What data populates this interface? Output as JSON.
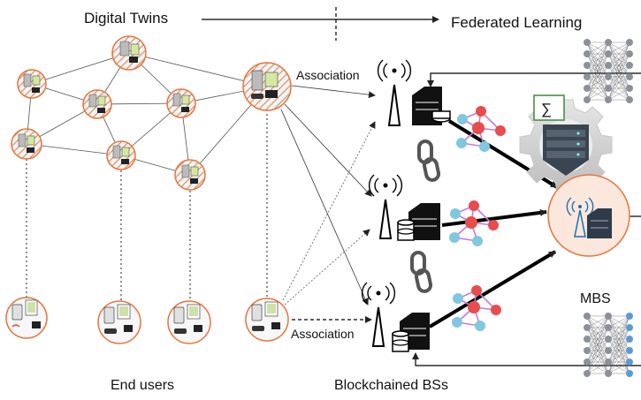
{
  "labels": {
    "digital_twins": "Digital Twins",
    "federated_learning": "Federated Learning",
    "association_top": "Association",
    "association_bottom": "Association",
    "mbs": "MBS",
    "end_users": "End users",
    "blockchained_bss": "Blockchained BSs",
    "sum_symbol": "∑"
  },
  "colors": {
    "node_ring": "#e8743b",
    "node_fill": "#f4f4f4",
    "hatch": "#d98a5a",
    "mbs_fill": "#fbe7dc",
    "graph_red": "#e84c4c",
    "graph_blue": "#7fc8e0",
    "graph_purple": "#c77ad6",
    "nn_node": "#8c9099",
    "nn_node_blue": "#5b9bd5",
    "chain": "#555555",
    "sum_box": "#3a8a3a"
  },
  "icons": {
    "twin_node": "digital-twin-device-icon",
    "user_device": "user-device-icon",
    "antenna": "base-station-antenna-icon",
    "server": "server-icon",
    "database": "database-icon",
    "graph_model": "local-model-graph-icon",
    "chain": "blockchain-chain-icon",
    "neural_net": "neural-network-icon",
    "aggregator": "aggregation-server-gear-icon",
    "mbs": "macro-base-station-icon"
  }
}
